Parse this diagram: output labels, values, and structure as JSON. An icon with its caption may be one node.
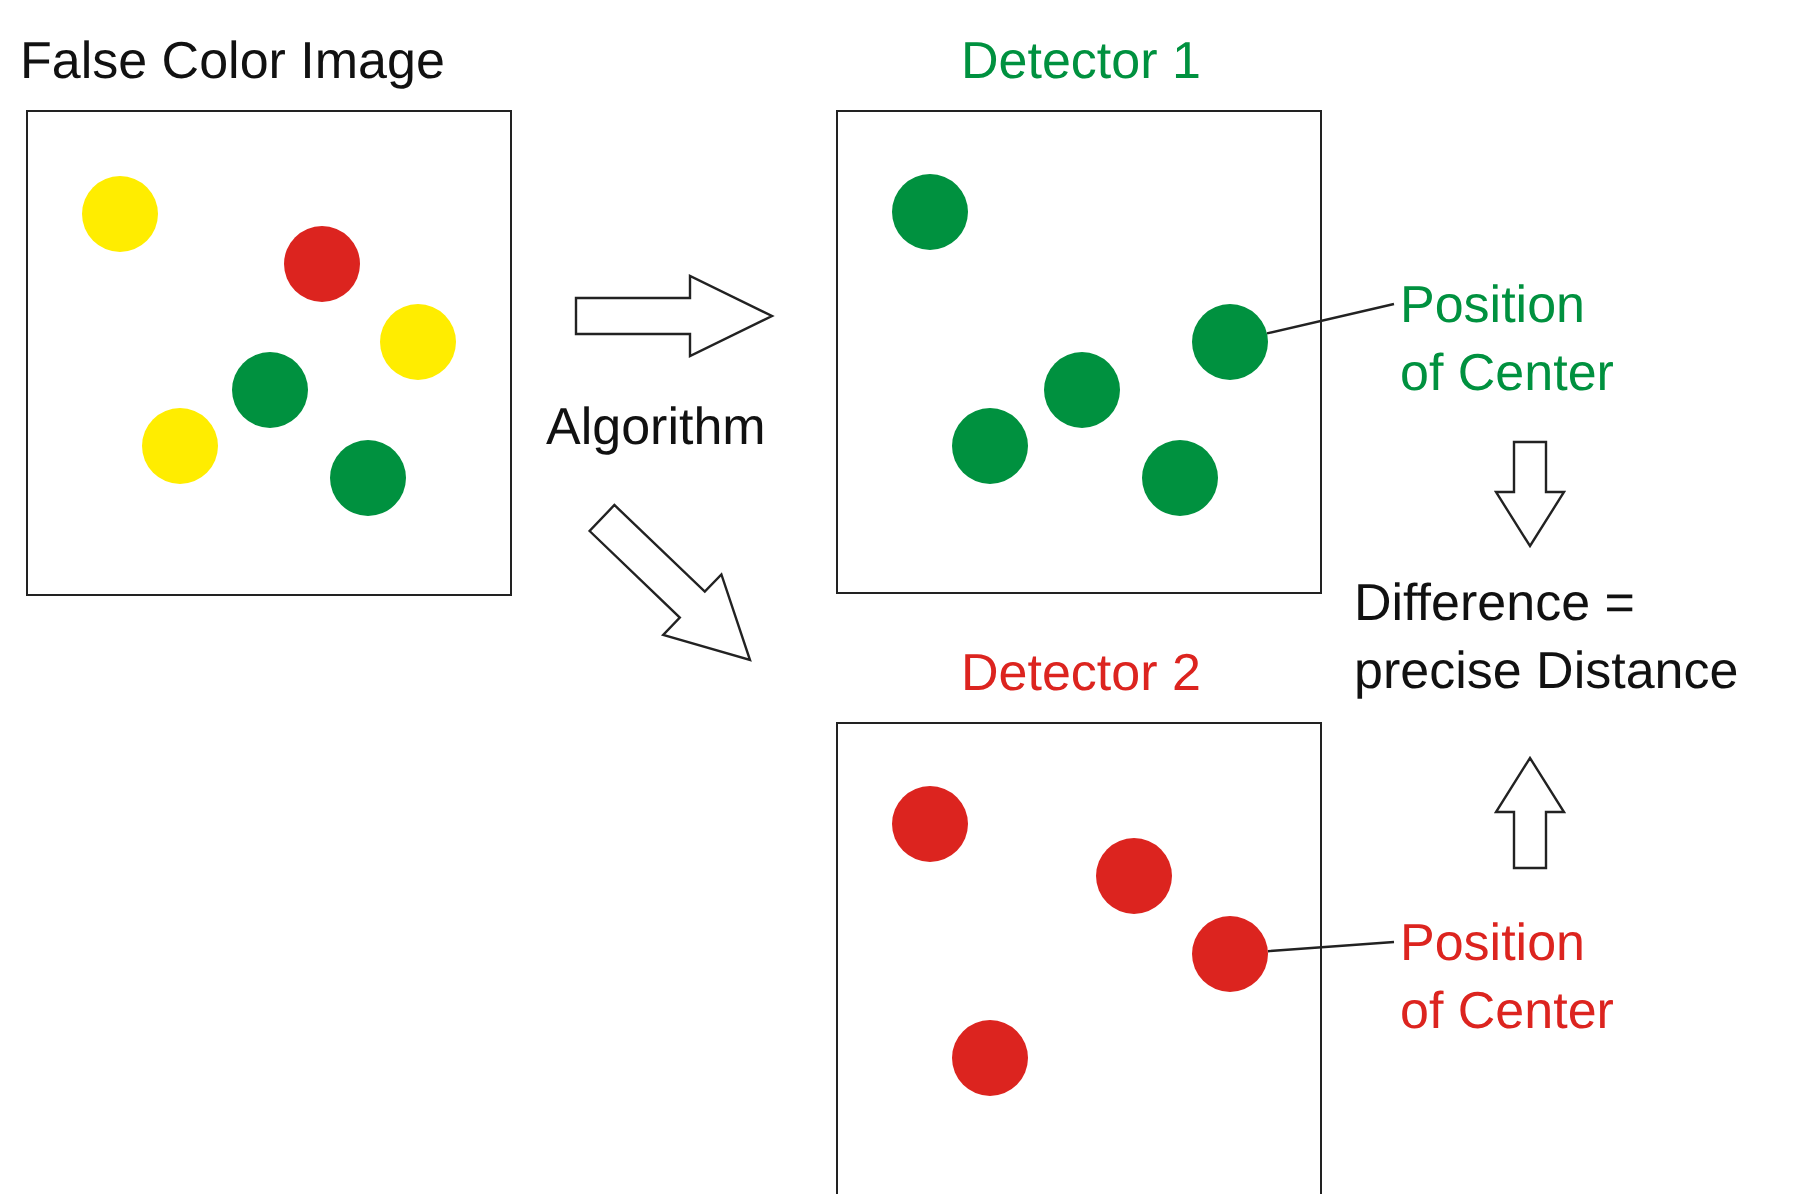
{
  "diagram": {
    "nodes": [
      {
        "text": [
          "False Color Image"
        ]
      },
      {
        "text": [
          "Detector 1"
        ]
      },
      {
        "text": [],
        "shape": "circle",
        "in": 1
      },
      {
        "text": [
          "Position of Center"
        ]
      },
      {
        "text": [
          "Difference = precise Distance"
        ]
      },
      {
        "text": [
          "Detector 2"
        ]
      },
      {
        "text": [],
        "shape": "circle",
        "in": 5
      },
      {
        "text": [
          "Position of Center"
        ]
      }
    ],
    "edges": [
      {
        "from": 0,
        "to": 1,
        "arrow": "to"
      },
      {
        "from": 0,
        "to": 5,
        "arrow": "to"
      },
      {
        "from": 3,
        "to": 2,
        "arrow": "none"
      },
      {
        "from": 3,
        "to": 4,
        "arrow": "to"
      },
      {
        "from": 7,
        "to": 6,
        "arrow": "none"
      },
      {
        "from": 7,
        "to": 4,
        "arrow": "to"
      }
    ],
    "labels": [
      "Algorithm"
    ]
  }
}
